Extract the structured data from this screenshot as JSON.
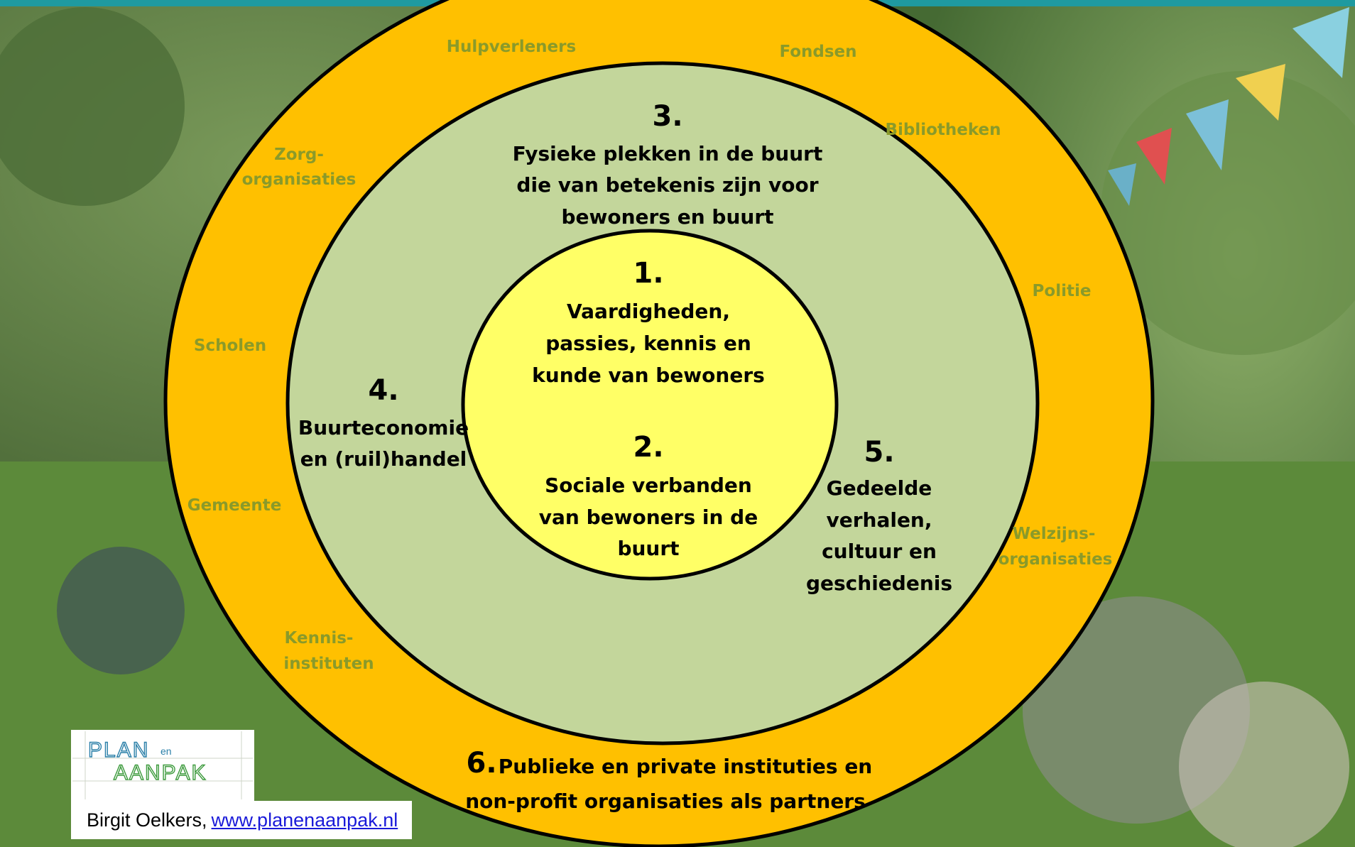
{
  "colors": {
    "outer_ring": "#ffc000",
    "middle_ring": "#c3d69b",
    "inner_circle": "#ffff66",
    "partner_text": "#8a9a2a",
    "teal_bar": "#1f9aa0",
    "logo_blue": "#2a7fa8",
    "logo_green": "#3c9a3c"
  },
  "inner": {
    "n1": "1.",
    "l1": [
      "Vaardigheden,",
      "passies, kennis en",
      "kunde van bewoners"
    ],
    "n2": "2.",
    "l2": [
      "Sociale verbanden",
      "van bewoners in de",
      "buurt"
    ]
  },
  "middle": {
    "n3": "3.",
    "l3": [
      "Fysieke plekken in de buurt",
      "die van betekenis zijn voor",
      "bewoners en buurt"
    ],
    "n4": "4.",
    "l4": [
      "Buurteconomie",
      "en (ruil)handel"
    ],
    "n5": "5.",
    "l5": [
      "Gedeelde",
      "verhalen,",
      "cultuur en",
      "geschiedenis"
    ]
  },
  "outer": {
    "n6": "6.",
    "l6": [
      "Publieke en private instituties en",
      "non-profit organisaties als partners"
    ],
    "partners": {
      "hulpverleners": "Hulpverleners",
      "fondsen": "Fondsen",
      "bibliotheken": "Bibliotheken",
      "zorg": [
        "Zorg-",
        "organisaties"
      ],
      "politie": "Politie",
      "scholen": "Scholen",
      "gemeente": "Gemeente",
      "welzijn": [
        "Welzijns-",
        "organisaties"
      ],
      "kennis": [
        "Kennis-",
        "instituten"
      ]
    }
  },
  "logo": {
    "plan": "PLAN",
    "en": "en",
    "aanpak": "AANPAK"
  },
  "credit": {
    "author": "Birgit Oelkers,",
    "url": "www.planenaanpak.nl"
  }
}
